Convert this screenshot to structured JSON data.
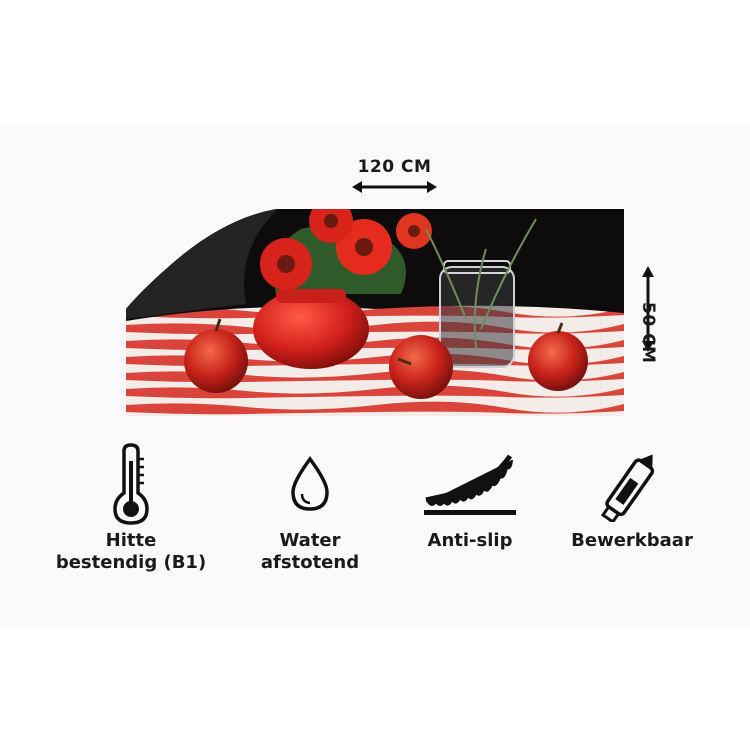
{
  "dimensions": {
    "width_label": "120 CM",
    "height_label": "50 CM"
  },
  "product_image": {
    "description_icon": "kitchen-mat-image"
  },
  "features": [
    {
      "icon": "thermometer-icon",
      "label": "Hitte\nbestendig (B1)"
    },
    {
      "icon": "water-drop-icon",
      "label": "Water\nafstotend"
    },
    {
      "icon": "anti-slip-icon",
      "label": "Anti-slip"
    },
    {
      "icon": "utility-knife-icon",
      "label": "Bewerkbaar"
    }
  ],
  "colors": {
    "background": "#fbf9fc",
    "text": "#1a1a1a",
    "stripe_red": "#d9453a",
    "vase_red": "#d11f1a",
    "mat_back": "#1c1c1c"
  }
}
